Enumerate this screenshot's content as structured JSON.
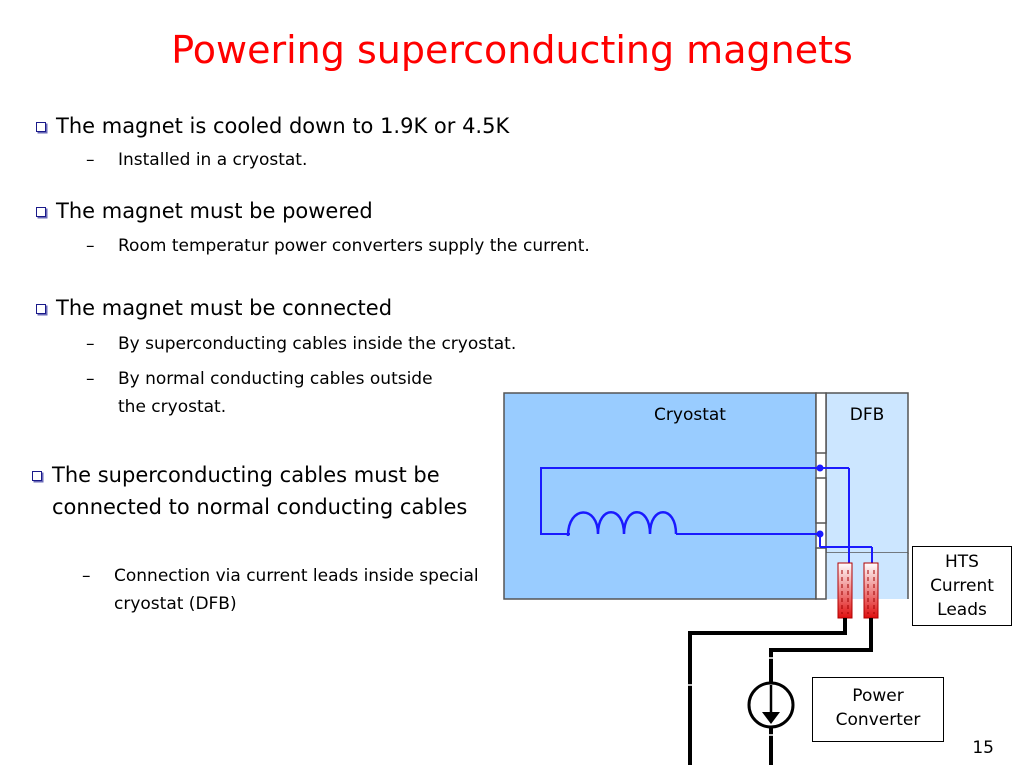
{
  "title": "Powering superconducting magnets",
  "bullets": [
    {
      "text": "The magnet is cooled down to 1.9K or 4.5K",
      "subs": [
        "Installed in a cryostat."
      ]
    },
    {
      "text": "The magnet must be powered",
      "subs": [
        "Room temperatur power converters supply the current."
      ]
    },
    {
      "text": "The magnet must be connected",
      "subs": [
        "By superconducting cables inside the cryostat.",
        "By normal conducting cables outside the cryostat."
      ]
    },
    {
      "text": "The superconducting cables must be connected to normal conducting cables",
      "subs": [
        "Connection via current leads inside special cryostat (DFB)"
      ]
    }
  ],
  "sub_dash": "–",
  "diagram": {
    "cryostat_label": "Cryostat",
    "dfb_label": "DFB",
    "hts_label": "HTS Current Leads",
    "power_converter_label": "Power Converter",
    "colors": {
      "cryostat_fill": "#99ccff",
      "dfb_fill": "#cce6ff",
      "circuit_line": "#1a1aff",
      "lead_red": "#e01010"
    }
  },
  "page_number": "15"
}
